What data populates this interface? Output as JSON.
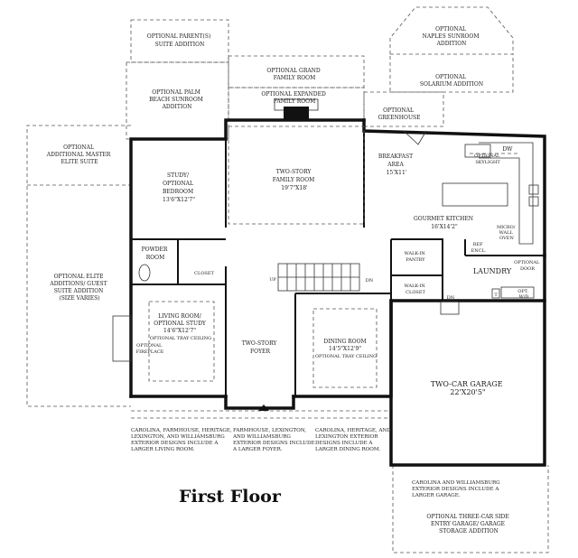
{
  "title": "First Floor",
  "rooms": {
    "parent_suite": [
      "OPTIONAL PARENT(S)",
      "SUITE ADDITION"
    ],
    "naples": [
      "OPTIONAL",
      "NAPLES SUNROOM",
      "ADDITION"
    ],
    "grand_family": [
      "OPTIONAL GRAND",
      "FAMILY ROOM"
    ],
    "expanded_family": [
      "OPTIONAL EXPANDED",
      "FAMILY ROOM"
    ],
    "palm_beach": [
      "OPTIONAL PALM",
      "BEACH SUNROOM",
      "ADDITION"
    ],
    "solarium": [
      "OPTIONAL",
      "SOLARIUM ADDITION"
    ],
    "greenhouse": [
      "OPTIONAL",
      "GREENHOUSE"
    ],
    "master_elite": [
      "OPTIONAL",
      "ADDITIONAL MASTER",
      "ELITE SUITE"
    ],
    "study": [
      "STUDY/",
      "OPTIONAL",
      "BEDROOM",
      "13'6\"X12'7\""
    ],
    "family": [
      "TWO-STORY",
      "FAMILY ROOM",
      "19'7\"X18'"
    ],
    "breakfast": [
      "BREAKFAST",
      "AREA",
      "15'X11'"
    ],
    "dw": "DW",
    "skylight": [
      "OPTIONAL",
      "SKYLIGHT"
    ],
    "kitchen": [
      "GOURMET KITCHEN",
      "16'X14'2\""
    ],
    "micro": [
      "MICRO/",
      "WALL",
      "OVEN"
    ],
    "ref": [
      "REF",
      "ENCL."
    ],
    "powder": [
      "POWDER",
      "ROOM"
    ],
    "closet": "CLOSET",
    "walkin_pantry": [
      "WALK-IN",
      "PANTRY"
    ],
    "walkin_closet": [
      "WALK-IN",
      "CLOSET"
    ],
    "laundry": "LAUNDRY",
    "opt_door": [
      "OPTIONAL",
      "DOOR"
    ],
    "opt_wd": [
      "OPT.",
      "W/D"
    ],
    "t": "T",
    "elite_additions": [
      "OPTIONAL ELITE",
      "ADDITIONS/ GUEST",
      "SUITE ADDITION",
      "(SIZE VARIES)"
    ],
    "up": "UP",
    "dn1": "DN",
    "dn2": "DN",
    "living": [
      "LIVING ROOM/",
      "OPTIONAL STUDY",
      "14'6\"X12'7\"",
      "OPTIONAL TRAY CEILING"
    ],
    "fireplace": [
      "OPTIONAL",
      "FIREPLACE"
    ],
    "foyer": [
      "TWO-STORY",
      "FOYER"
    ],
    "dining": [
      "DINING ROOM",
      "14'5\"X12'9\"",
      "OPTIONAL TRAY CEILING"
    ],
    "garage": [
      "TWO-CAR GARAGE",
      "22'X20'5\""
    ],
    "three_car": [
      "OPTIONAL THREE-CAR SIDE",
      "ENTRY GARAGE/ GARAGE",
      "STORAGE ADDITION"
    ]
  },
  "notes": {
    "living": [
      "CAROLINA, FARMHOUSE, HERITAGE,",
      "LEXINGTON, AND WILLIAMSBURG",
      "EXTERIOR DESIGNS INCLUDE A",
      "LARGER LIVING ROOM."
    ],
    "foyer": [
      "FARMHOUSE, LEXINGTON,",
      "AND WILLIAMSBURG",
      "EXTERIOR DESIGNS INCLUDE",
      "A LARGER FOYER."
    ],
    "dining": [
      "CAROLINA, HERITAGE, AND",
      "LEXINGTON EXTERIOR",
      "DESIGNS INCLUDE A",
      "LARGER DINING ROOM."
    ],
    "garage": [
      "CAROLINA AND WILLIAMSBURG",
      "EXTERIOR DESIGNS INCLUDE A",
      "LARGER GARAGE."
    ]
  }
}
